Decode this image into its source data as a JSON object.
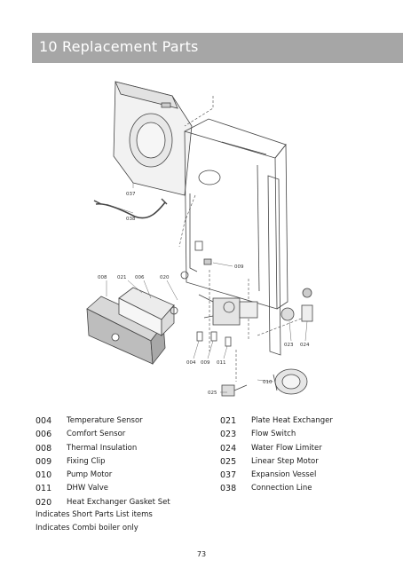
{
  "header": {
    "title": "10 Replacement Parts"
  },
  "diagram": {
    "labels": {
      "l037": "037",
      "l038": "038",
      "l008": "008",
      "l021": "021",
      "l006": "006",
      "l020": "020",
      "l009a": "009",
      "l004": "004",
      "l009b": "009",
      "l011": "011",
      "l023": "023",
      "l024": "024",
      "l010": "010",
      "l025": "025"
    }
  },
  "parts_left": [
    {
      "code": "004",
      "name": "Temperature Sensor"
    },
    {
      "code": "006",
      "name": "Comfort Sensor"
    },
    {
      "code": "008",
      "name": "Thermal Insulation"
    },
    {
      "code": "009",
      "name": "Fixing Clip"
    },
    {
      "code": "010",
      "name": "Pump Motor"
    },
    {
      "code": "011",
      "name": "DHW Valve"
    },
    {
      "code": "020",
      "name": "Heat Exchanger Gasket Set"
    }
  ],
  "parts_right": [
    {
      "code": "021",
      "name": "Plate Heat Exchanger"
    },
    {
      "code": "023",
      "name": "Flow Switch"
    },
    {
      "code": "024",
      "name": "Water Flow Limiter"
    },
    {
      "code": "025",
      "name": "Linear Step Motor"
    },
    {
      "code": "037",
      "name": "Expansion Vessel"
    },
    {
      "code": "038",
      "name": "Connection Line"
    }
  ],
  "notes": {
    "short_list": "Indicates Short Parts List items",
    "combi_only": "Indicates Combi boiler only"
  },
  "footer": {
    "page_number": "73"
  }
}
